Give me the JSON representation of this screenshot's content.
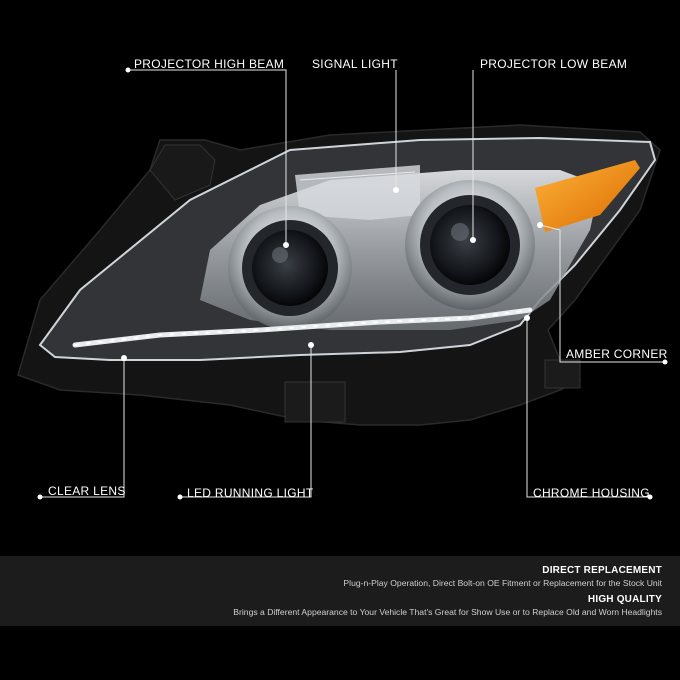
{
  "callouts": {
    "projector_high_beam": "PROJECTOR HIGH BEAM",
    "signal_light": "SIGNAL LIGHT",
    "projector_low_beam": "PROJECTOR LOW BEAM",
    "amber_corner": "AMBER CORNER",
    "clear_lens": "CLEAR LENS",
    "led_running_light": "LED RUNNING LIGHT",
    "chrome_housing": "CHROME HOUSING"
  },
  "features": [
    {
      "title": "DIRECT REPLACEMENT",
      "description": "Plug-n-Play Operation, Direct Bolt-on OE Fitment or Replacement for the Stock Unit"
    },
    {
      "title": "HIGH QUALITY",
      "description": "Brings a Different Appearance to Your Vehicle That's Great for Show Use or to Replace Old and Worn Headlights"
    }
  ],
  "colors": {
    "background": "#000000",
    "amber": "#f08a00",
    "chrome": "#c8ccd0",
    "info_bar": "#1c1c1c"
  }
}
